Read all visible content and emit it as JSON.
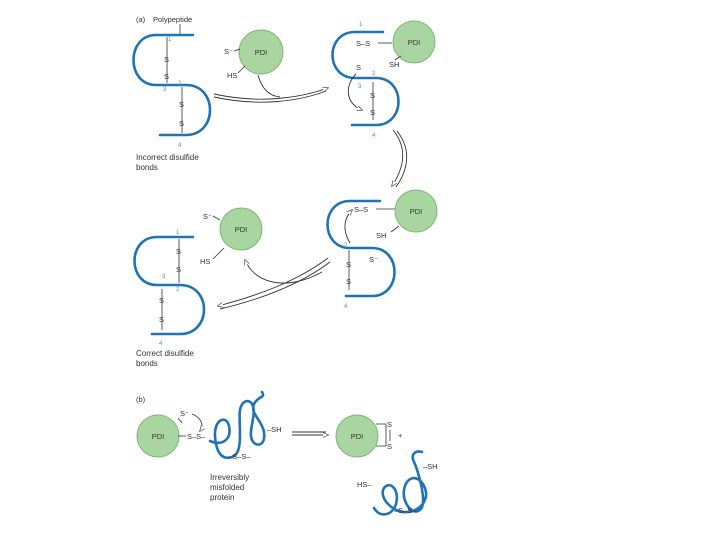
{
  "panel_a": {
    "label": "(a)",
    "title": "Polypeptide",
    "pdi": "PDI",
    "s_minus": "S⁻",
    "sh": "SH",
    "hs": "HS",
    "s": "S",
    "dash": "–",
    "s_s": "S–S",
    "numbers": [
      "1",
      "2",
      "3",
      "4"
    ],
    "incorrect_caption": [
      "Incorrect disulfide",
      "bonds"
    ],
    "correct_caption": [
      "Correct disulfide",
      "bonds"
    ]
  },
  "panel_b": {
    "label": "(b)",
    "pdi": "PDI",
    "s_minus": "S⁻",
    "s_s_left": "S–S–",
    "s_s_loop": "–S–S–",
    "sh": "–SH",
    "hs": "HS–",
    "plus": "+",
    "misfolded_caption": [
      "Irreversibly",
      "misfolded",
      "protein"
    ],
    "s_top": "S",
    "s_bottom": "S"
  },
  "colors": {
    "strand": "#1f73b7",
    "pdi_fill": "#a9d5a0",
    "number_blue": "#3a9ad9"
  }
}
